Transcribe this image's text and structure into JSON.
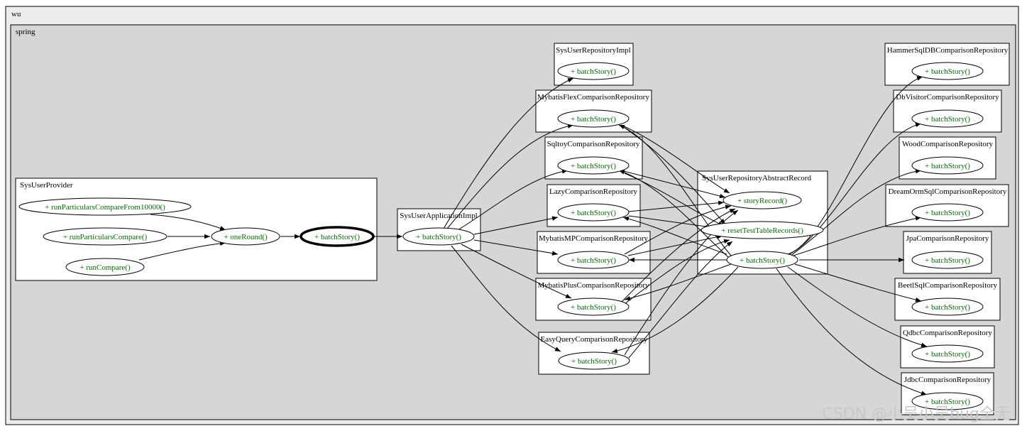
{
  "outer_cluster": {
    "label": "wu"
  },
  "inner_cluster": {
    "label": "spring"
  },
  "watermark": "CSDN @小吴小吴bug全无",
  "classes": {
    "SysUserProvider": {
      "title": "SysUserProvider",
      "methods": {
        "runFrom10000": "+ runParticularsCompareFrom10000()",
        "runParticulars": "+ runParticularsCompare()",
        "runCompare": "+ runCompare()",
        "oneRound": "+ oneRound()",
        "batchStory": "+ batchStory()"
      }
    },
    "SysUserApplicationImpl": {
      "title": "SysUserApplicationImpl",
      "methods": {
        "batchStory": "+ batchStory()"
      }
    },
    "SysUserRepositoryImpl": {
      "title": "SysUserRepositoryImpl",
      "methods": {
        "batchStory": "+ batchStory()"
      }
    },
    "MybatisFlexComparisonRepository": {
      "title": "MybatisFlexComparisonRepository",
      "methods": {
        "batchStory": "+ batchStory()"
      }
    },
    "SqltoyComparisonRepository": {
      "title": "SqltoyComparisonRepository",
      "methods": {
        "batchStory": "+ batchStory()"
      }
    },
    "LazyComparisonRepository": {
      "title": "LazyComparisonRepository",
      "methods": {
        "batchStory": "+ batchStory()"
      }
    },
    "MybatisMPComparisonRepository": {
      "title": "MybatisMPComparisonRepository",
      "methods": {
        "batchStory": "+ batchStory()"
      }
    },
    "MybatisPlusComparisonRepository": {
      "title": "MybatisPlusComparisonRepository",
      "methods": {
        "batchStory": "+ batchStory()"
      }
    },
    "EasyQueryComparisonRepository": {
      "title": "EasyQueryComparisonRepository",
      "methods": {
        "batchStory": "+ batchStory()"
      }
    },
    "SysUserRepositoryAbstractRecord": {
      "title": "SysUserRepositoryAbstractRecord",
      "methods": {
        "storyRecord": "+ storyRecord()",
        "resetTestTableRecords": "+ resetTestTableRecords()",
        "batchStory": "+ batchStory()"
      }
    },
    "HammerSqlDBComparisonRepository": {
      "title": "HammerSqlDBComparisonRepository",
      "methods": {
        "batchStory": "+ batchStory()"
      }
    },
    "DbVisitorComparisonRepository": {
      "title": "DbVisitorComparisonRepository",
      "methods": {
        "batchStory": "+ batchStory()"
      }
    },
    "WoodComparisonRepository": {
      "title": "WoodComparisonRepository",
      "methods": {
        "batchStory": "+ batchStory()"
      }
    },
    "DreamOrmSqlComparisonRepository": {
      "title": "DreamOrmSqlComparisonRepository",
      "methods": {
        "batchStory": "+ batchStory()"
      }
    },
    "JpaComparisonRepository": {
      "title": "JpaComparisonRepository",
      "methods": {
        "batchStory": "+ batchStory()"
      }
    },
    "BeetlSqlComparisonRepository": {
      "title": "BeetlSqlComparisonRepository",
      "methods": {
        "batchStory": "+ batchStory()"
      }
    },
    "QdbcComparisonRepository": {
      "title": "QdbcComparisonRepository",
      "methods": {
        "batchStory": "+ batchStory()"
      }
    },
    "JdbcComparisonRepository": {
      "title": "JdbcComparisonRepository",
      "methods": {
        "batchStory": "+ batchStory()"
      }
    }
  }
}
